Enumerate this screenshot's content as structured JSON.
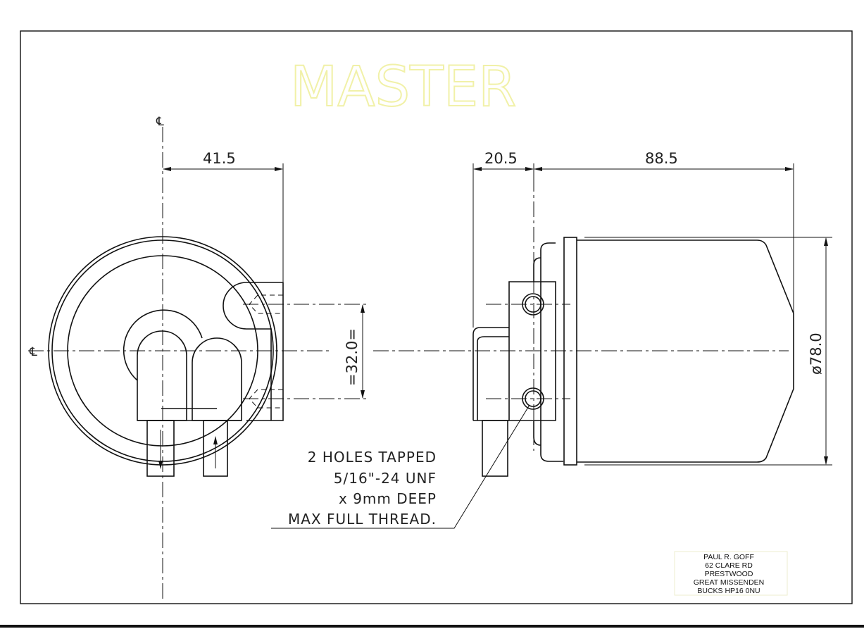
{
  "watermark": "MASTER",
  "symbols": {
    "centerline": "℄"
  },
  "dimensions": {
    "front_width": "41.5",
    "side_flange": "20.5",
    "side_body": "88.5",
    "hole_spacing": "=32.0=",
    "diameter": "ø78.0"
  },
  "note": {
    "lines": [
      "2 HOLES TAPPED",
      "5/16\"-24 UNF",
      "x 9mm DEEP",
      "MAX FULL THREAD."
    ]
  },
  "title_block": {
    "lines": [
      "PAUL R. GOFF",
      "62 CLARE RD",
      "PRESTWOOD",
      "GREAT MISSENDEN",
      "BUCKS HP16 0NU"
    ]
  }
}
